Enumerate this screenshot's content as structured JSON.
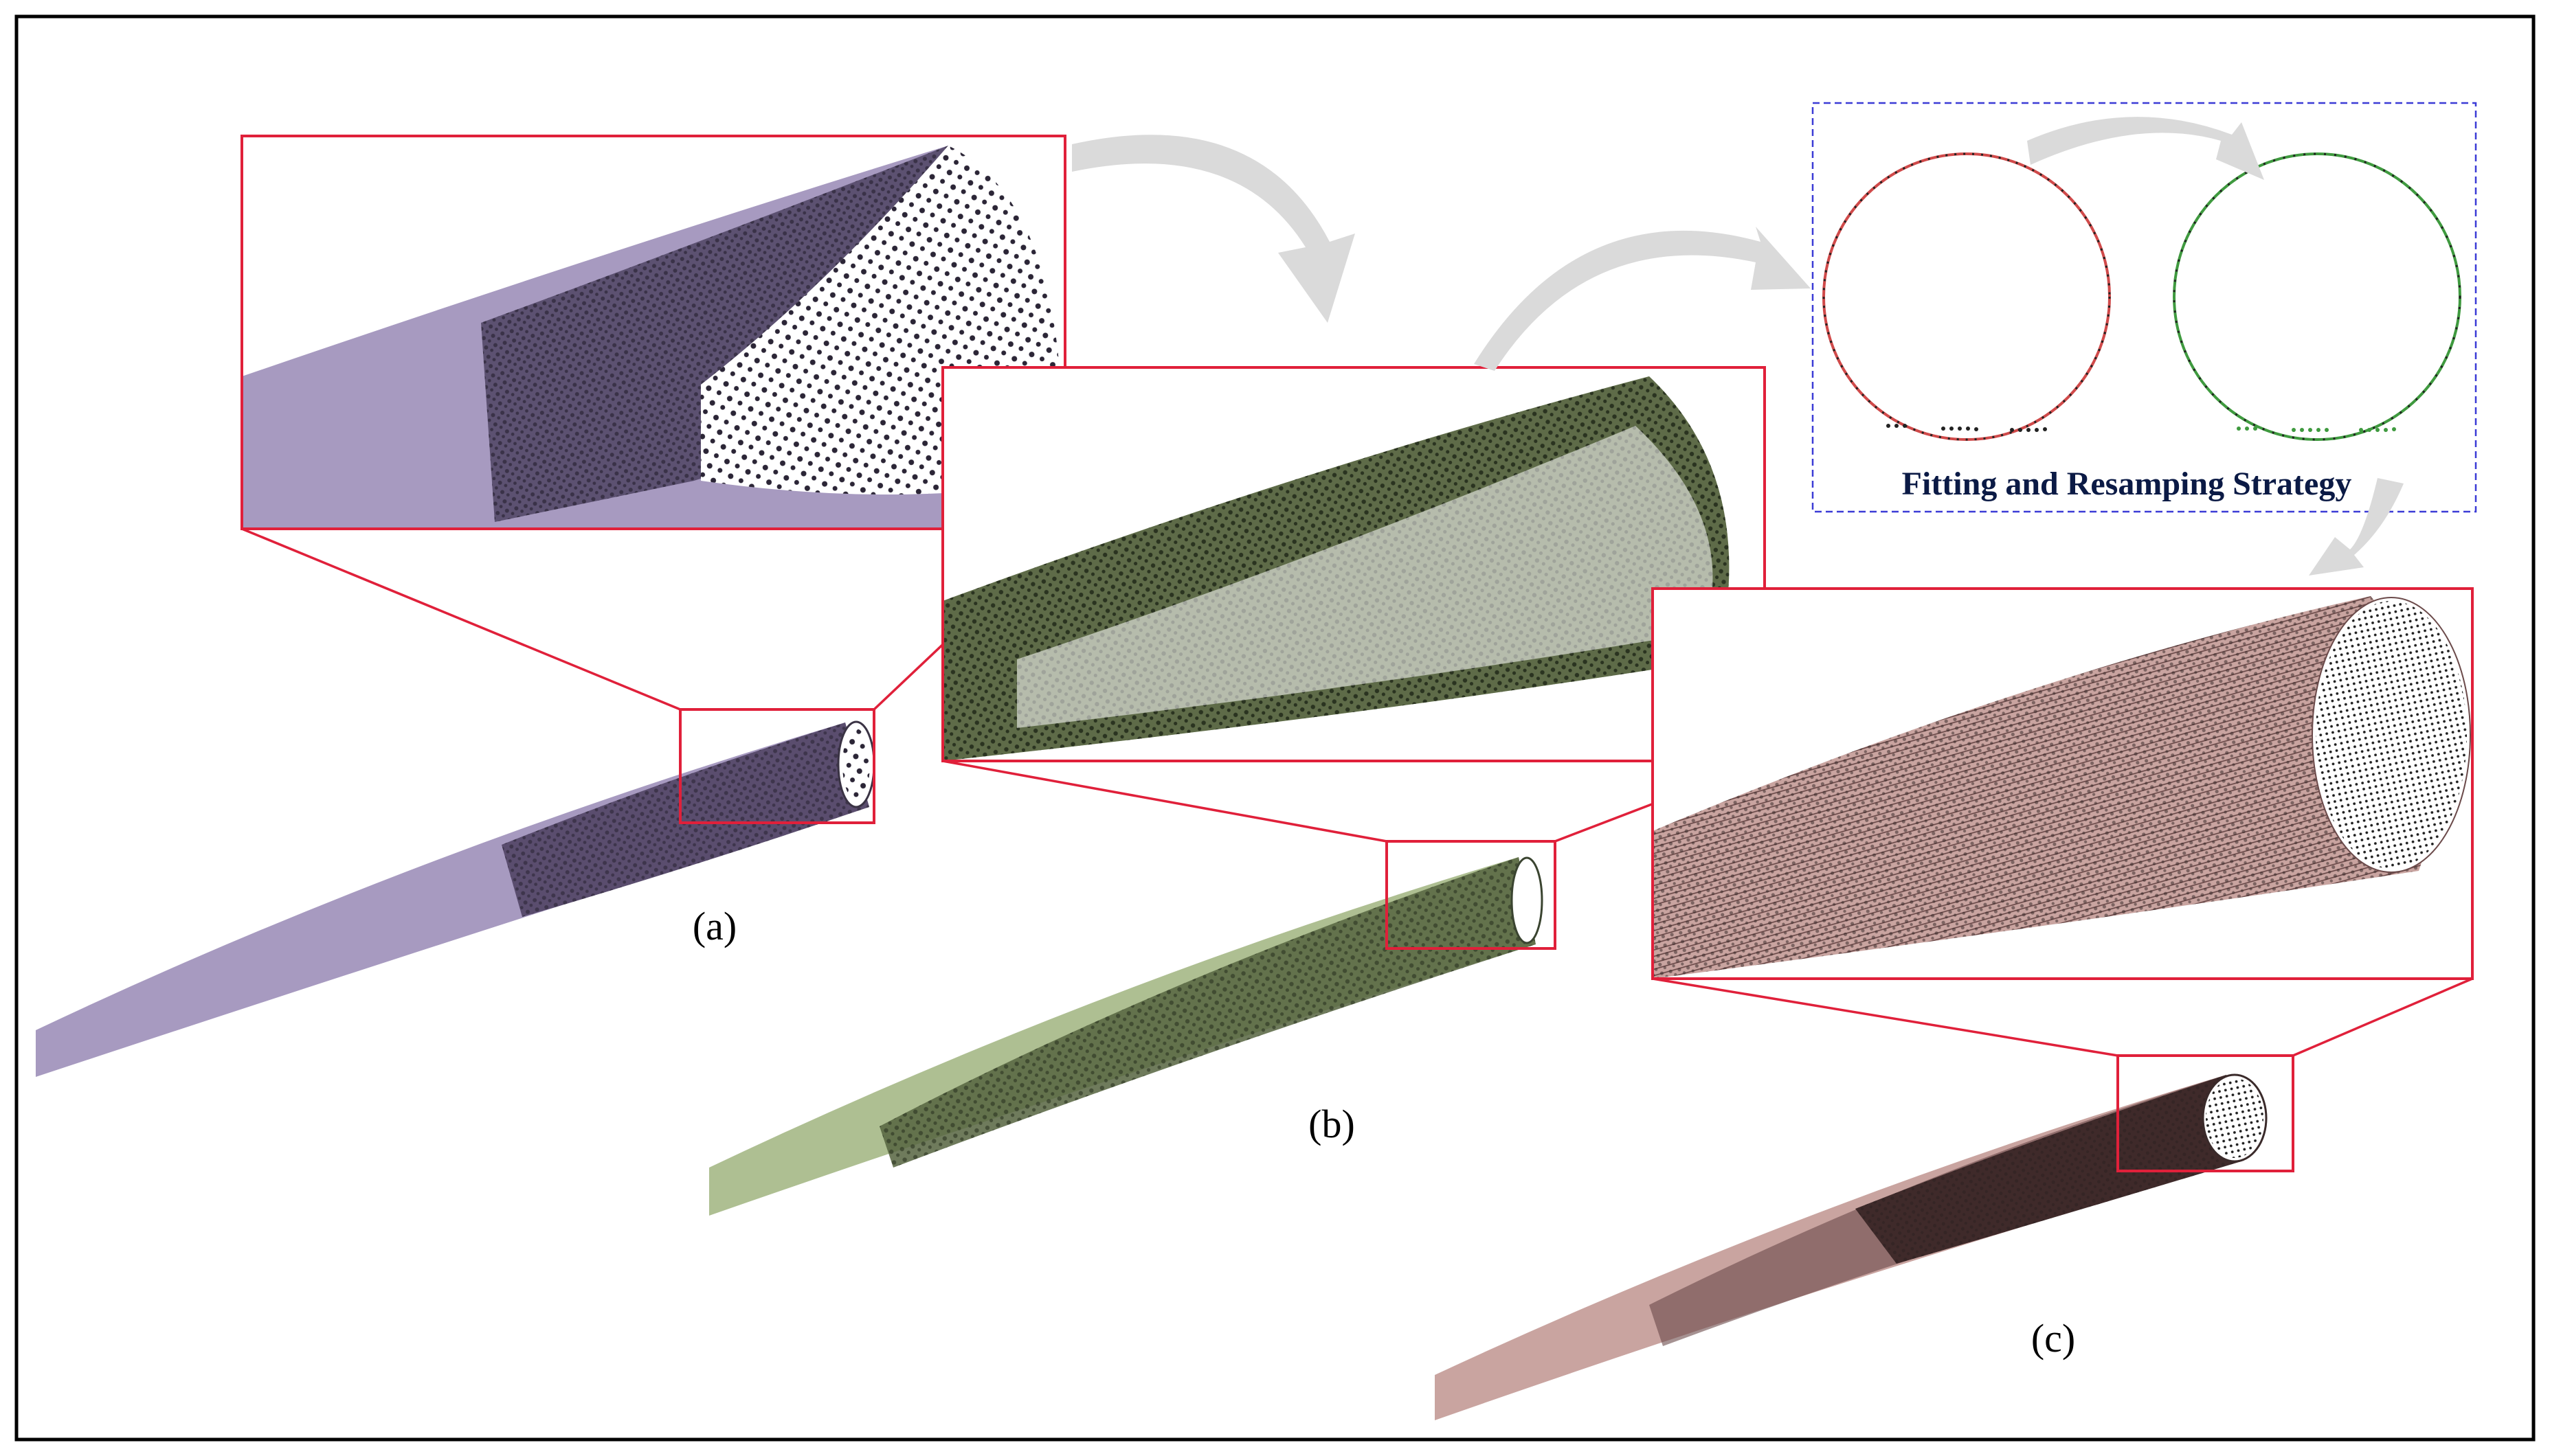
{
  "labels": {
    "a": "(a)",
    "b": "(b)",
    "c": "(c)"
  },
  "strategy_title": "Fitting and Resamping Strategy",
  "colors": {
    "frame": "#000000",
    "zoom_box": "#e0203a",
    "arrow": "#dadada",
    "strategy_border": "#3b3bd6",
    "pipe_a": "#a79ac0",
    "pipe_a_dense": "#4a3f5c",
    "pipe_b": "#aebf92",
    "pipe_b_dense": "#3f4a30",
    "pipe_c": "#c9a4a0",
    "pipe_c_dense": "#4d3535",
    "circle_fit_before": "#d04a4a",
    "circle_fit_after": "#3f9a3f",
    "points": "#222222"
  }
}
